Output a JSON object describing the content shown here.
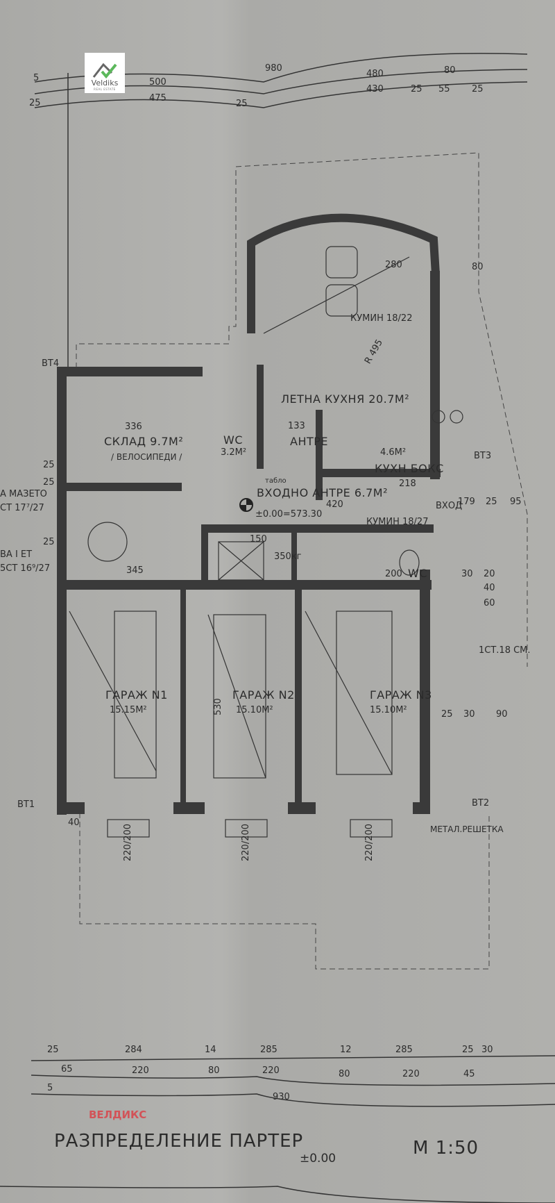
{
  "logo": {
    "name": "Veldiks",
    "subtitle": "REAL ESTATE"
  },
  "watermark": "ВЕЛДИКС",
  "colors": {
    "paper": "#afafac",
    "ink": "#2b2b2b",
    "wall": "#3a3a3a",
    "watermark": "#d9444a"
  },
  "top_dimensions": {
    "row1": [
      "5",
      "980",
      "480",
      "80"
    ],
    "row2": [
      "500",
      "430",
      "25",
      "55",
      "25"
    ],
    "row3": [
      "25",
      "475",
      "25"
    ]
  },
  "rooms": {
    "summer_kitchen": {
      "name": "ЛЕТНА КУХНЯ",
      "area": "20.7М²",
      "width": "280",
      "radius": "R 495"
    },
    "chimney_top": "КУМИН 18/22",
    "kitchen_box": {
      "name": "КУХН БОКС",
      "area": "4.6М²",
      "width": "218"
    },
    "storage": {
      "name": "СКЛАД",
      "area": "9.7М²",
      "note": "/ ВЕЛОСИПЕДИ /",
      "width": "336"
    },
    "wc_upper": {
      "name": "WC",
      "area": "3.2М²"
    },
    "hall": {
      "name": "АНТРЕ",
      "width": "133"
    },
    "entrance_hall": {
      "name": "ВХОДНО АНТРЕ",
      "area": "6.7М²",
      "width": "420",
      "level": "±0.00=573.30",
      "panel": "табло"
    },
    "entrance": "ВХОД",
    "chimney_mid": "КУМИН 18/27",
    "wc_lower": {
      "name": "WC",
      "size": "200"
    },
    "lift": {
      "capacity": "350кг",
      "width": "150"
    },
    "stairs": {
      "width": "345",
      "up_label": "А МАЗЕТО",
      "up_steps": "СТ 17⁷/27",
      "floor1_label": "ВА I ЕТ",
      "floor1_steps": "5СТ 16⁹/27"
    },
    "garage1": {
      "name": "ГАРАЖ N1",
      "area": "15.15М²"
    },
    "garage2": {
      "name": "ГАРАЖ N2",
      "area": "15.10М²",
      "depth": "530"
    },
    "garage3": {
      "name": "ГАРАЖ N3",
      "area": "15.10М²"
    }
  },
  "markers": {
    "bt1": "ВТ1",
    "bt2": "ВТ2",
    "bt3": "ВТ3",
    "bt4": "ВТ4",
    "steps_right": "1СТ.18 СМ.",
    "grate": "МЕТАЛ.РЕШЕТКА"
  },
  "garage_doors": [
    "220/200",
    "220/200",
    "220/200"
  ],
  "side_dims": {
    "right": [
      "80",
      "179",
      "25",
      "95",
      "30",
      "20",
      "40",
      "60",
      "25",
      "30",
      "90"
    ],
    "left": [
      "25",
      "25",
      "25",
      "40"
    ]
  },
  "bottom_dimensions": {
    "row1": [
      "25",
      "284",
      "14",
      "285",
      "12",
      "285",
      "25",
      "30"
    ],
    "row2": [
      "65",
      "220",
      "80",
      "220",
      "80",
      "220",
      "45"
    ],
    "row3": [
      "5",
      "930"
    ]
  },
  "title": {
    "text": "РАЗПРЕДЕЛЕНИЕ ПАРТЕР",
    "level": "±0.00",
    "scale": "М 1:50"
  }
}
